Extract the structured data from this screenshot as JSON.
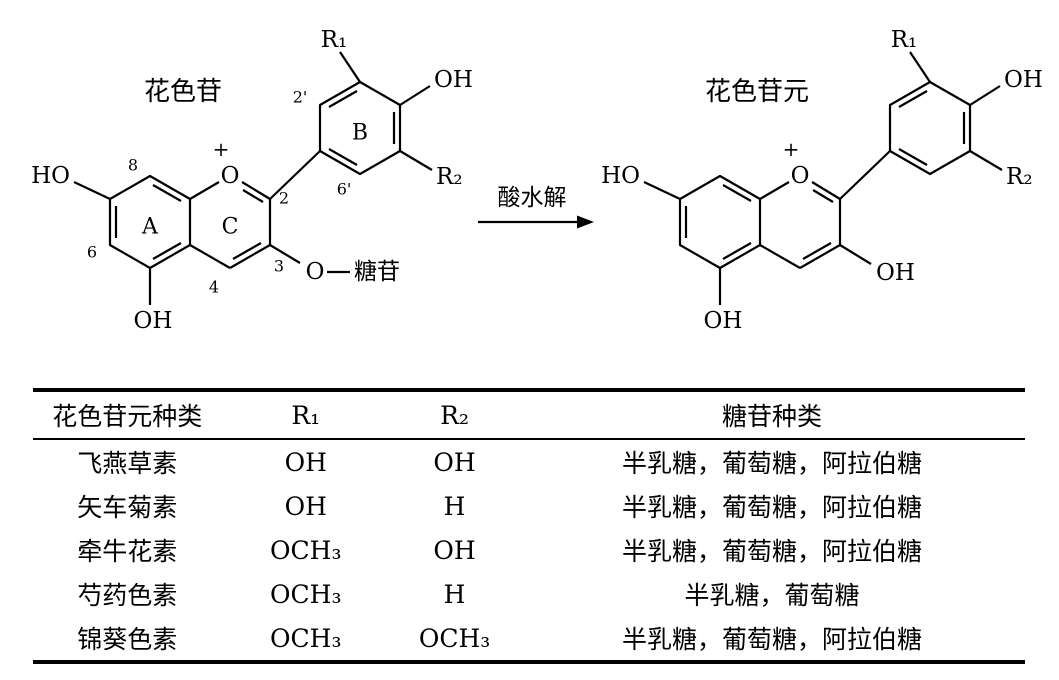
{
  "diagram": {
    "left_title": "花色苷",
    "right_title": "花色苷元",
    "arrow_label": "酸水解",
    "labels": {
      "HO": "HO",
      "OH": "OH",
      "O": "O",
      "plus": "+",
      "R1": "R₁",
      "R2": "R₂",
      "glycoside": "糖苷",
      "ringA": "A",
      "ringB": "B",
      "ringC": "C",
      "n2": "2",
      "n3": "3",
      "n4": "4",
      "n6": "6",
      "n8": "8",
      "n2p": "2'",
      "n6p": "6'"
    }
  },
  "table": {
    "headers": [
      "花色苷元种类",
      "R₁",
      "R₂",
      "糖苷种类"
    ],
    "rows": [
      [
        "飞燕草素",
        "OH",
        "OH",
        "半乳糖，葡萄糖，阿拉伯糖"
      ],
      [
        "矢车菊素",
        "OH",
        "H",
        "半乳糖，葡萄糖，阿拉伯糖"
      ],
      [
        "牵牛花素",
        "OCH₃",
        "OH",
        "半乳糖，葡萄糖，阿拉伯糖"
      ],
      [
        "芍药色素",
        "OCH₃",
        "H",
        "半乳糖，葡萄糖"
      ],
      [
        "锦葵色素",
        "OCH₃",
        "OCH₃",
        "半乳糖，葡萄糖，阿拉伯糖"
      ]
    ]
  }
}
